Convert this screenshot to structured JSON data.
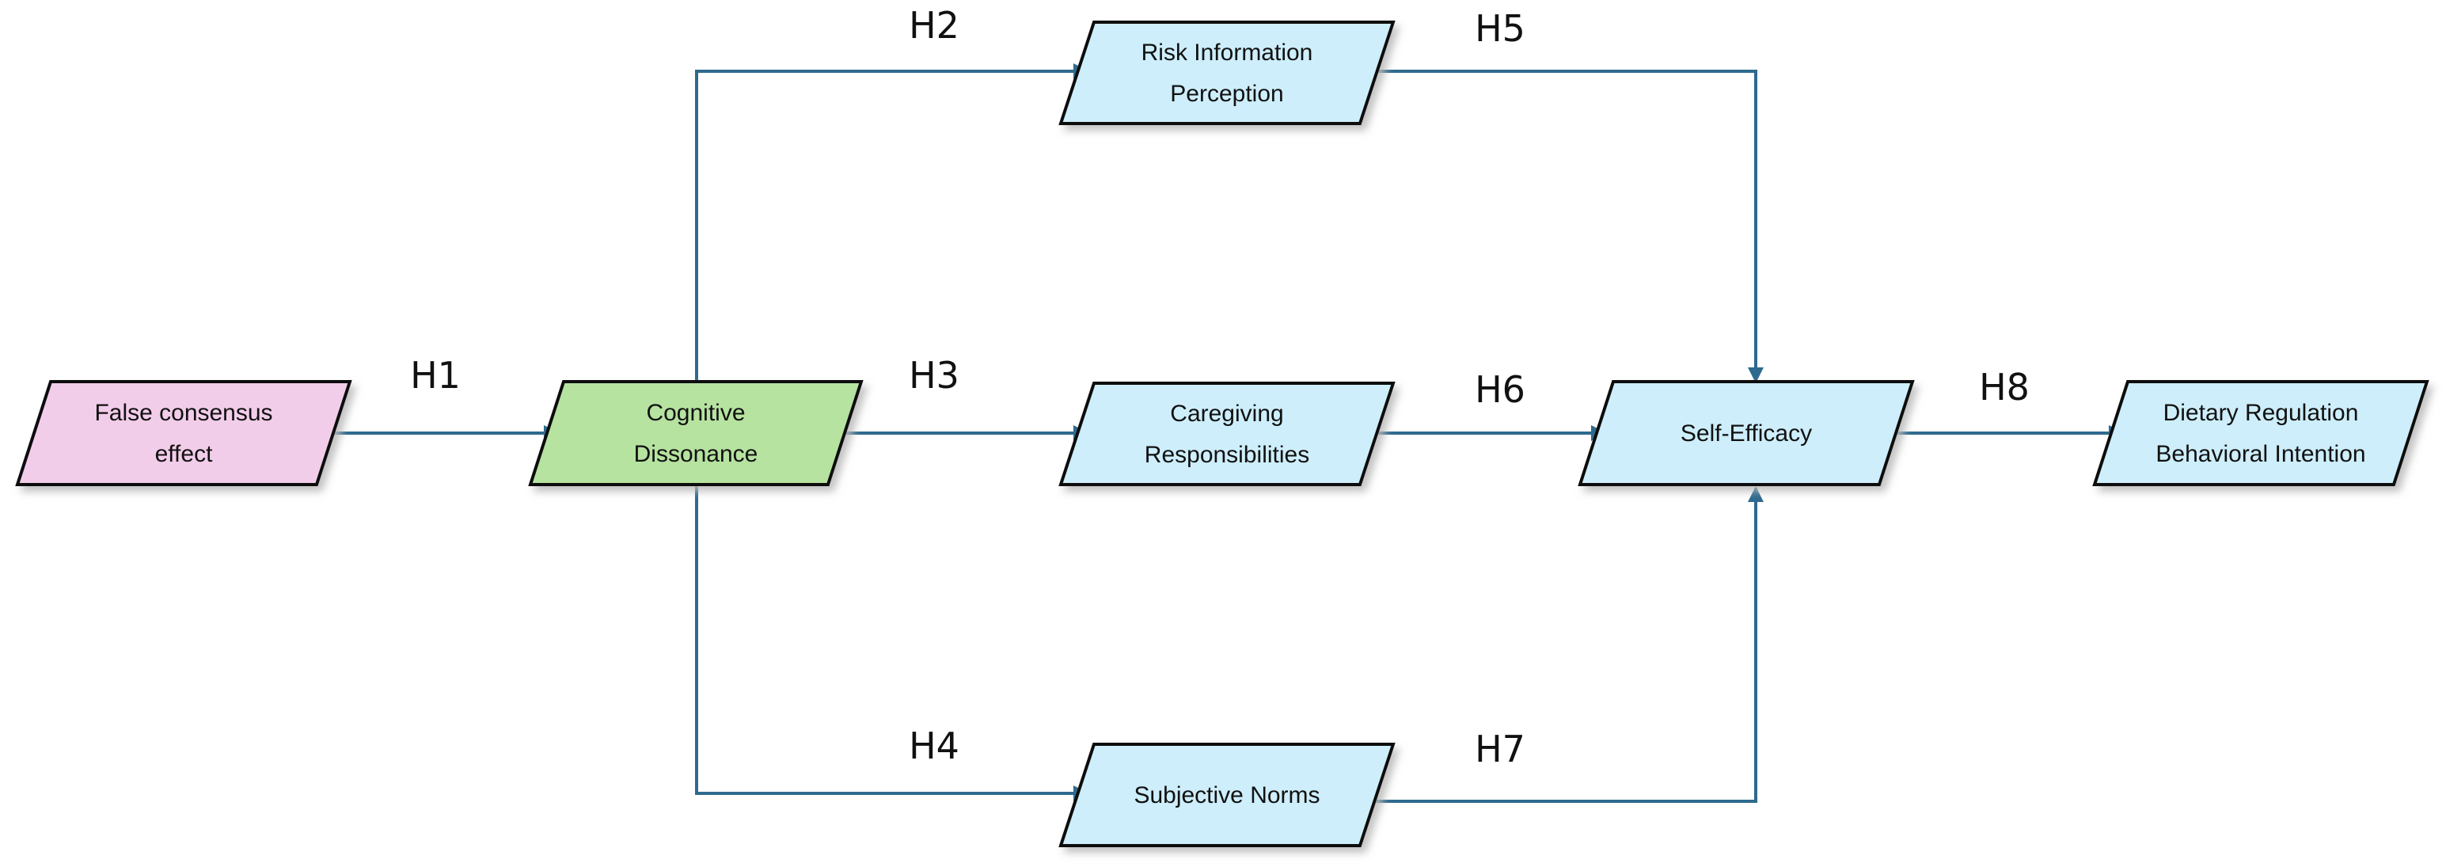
{
  "colors": {
    "edge": "#2e6a8e",
    "node_outline": "#111111",
    "shadow": "#c8c8c8",
    "default_fill": "#cdeefa",
    "independent_fill": "#f2cdea",
    "mediator_fill": "#b6e3a0"
  },
  "nodes": {
    "false_consensus": {
      "label": "False consensus effect",
      "lines": [
        "False consensus",
        "effect"
      ],
      "fill": "#f2cdea"
    },
    "cognitive_dissonance": {
      "label": "Cognitive Dissonance",
      "lines": [
        "Cognitive",
        "Dissonance"
      ],
      "fill": "#b6e3a0"
    },
    "risk_information": {
      "label": "Risk Information Perception",
      "lines": [
        "Risk Information",
        "Perception"
      ],
      "fill": "#cdeefa"
    },
    "caregiving": {
      "label": "Caregiving Responsibilities",
      "lines": [
        "Caregiving",
        "Responsibilities"
      ],
      "fill": "#cdeefa"
    },
    "subjective_norms": {
      "label": "Subjective Norms",
      "lines": [
        "Subjective Norms"
      ],
      "fill": "#cdeefa"
    },
    "self_efficacy": {
      "label": "Self-Efficacy",
      "lines": [
        "Self-Efficacy"
      ],
      "fill": "#cdeefa"
    },
    "dietary_intention": {
      "label": "Dietary Regulation Behavioral Intention",
      "lines": [
        "Dietary Regulation",
        "Behavioral Intention"
      ],
      "fill": "#cdeefa"
    }
  },
  "edges": [
    {
      "id": "H1",
      "label": "H1",
      "from": "false_consensus",
      "to": "cognitive_dissonance"
    },
    {
      "id": "H2",
      "label": "H2",
      "from": "cognitive_dissonance",
      "to": "risk_information"
    },
    {
      "id": "H3",
      "label": "H3",
      "from": "cognitive_dissonance",
      "to": "caregiving"
    },
    {
      "id": "H4",
      "label": "H4",
      "from": "cognitive_dissonance",
      "to": "subjective_norms"
    },
    {
      "id": "H5",
      "label": "H5",
      "from": "risk_information",
      "to": "self_efficacy"
    },
    {
      "id": "H6",
      "label": "H6",
      "from": "caregiving",
      "to": "self_efficacy"
    },
    {
      "id": "H7",
      "label": "H7",
      "from": "subjective_norms",
      "to": "self_efficacy"
    },
    {
      "id": "H8",
      "label": "H8",
      "from": "self_efficacy",
      "to": "dietary_intention"
    }
  ]
}
